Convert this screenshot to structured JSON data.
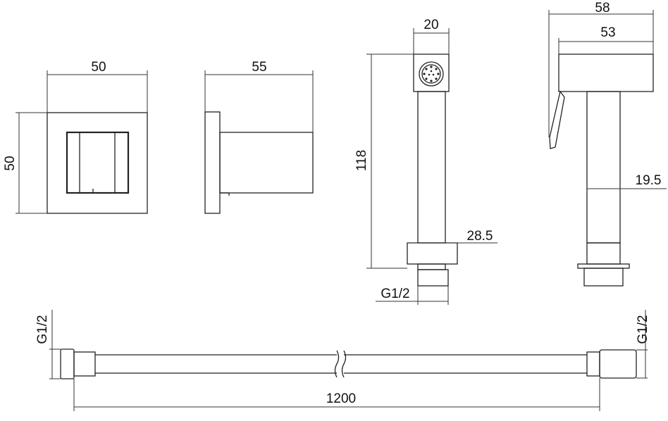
{
  "dimensions": {
    "holder_front_width": "50",
    "holder_front_height": "50",
    "holder_side_depth": "55",
    "sprayer_front_width": "20",
    "sprayer_front_height": "118",
    "sprayer_front_nut": "28.5",
    "sprayer_front_thread": "G1/2",
    "sprayer_side_total": "58",
    "sprayer_side_head": "53",
    "sprayer_side_stem": "19.5",
    "hose_thread_left": "G1/2",
    "hose_thread_right": "G1/2",
    "hose_length": "1200"
  },
  "colors": {
    "line": "#222222",
    "background": "#ffffff"
  }
}
